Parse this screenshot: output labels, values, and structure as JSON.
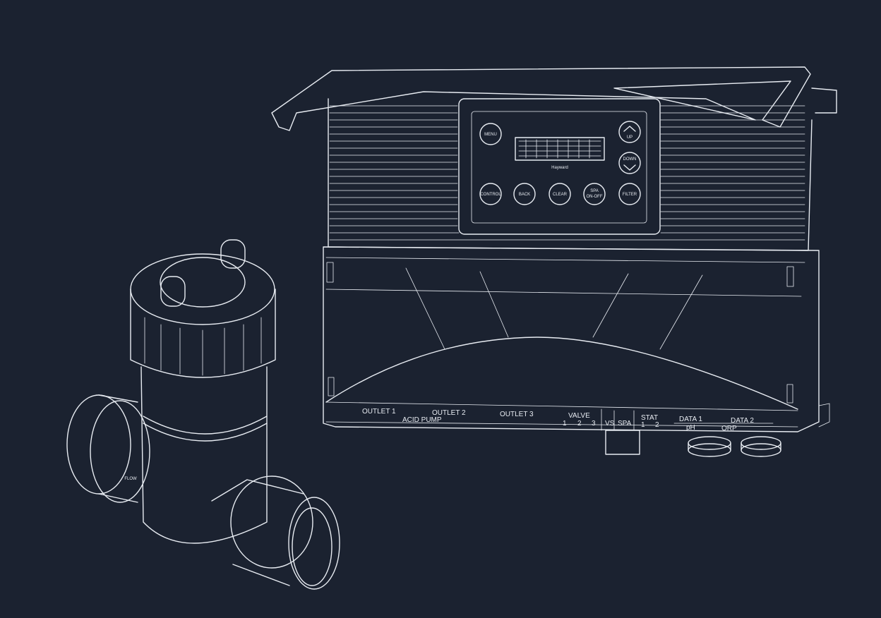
{
  "colors": {
    "background": "#1b2230",
    "line": "#e8ecf2"
  },
  "controller": {
    "brand": "Hayward",
    "keys": {
      "menu": "MENU",
      "up": "UP",
      "down": "DOWN",
      "control": "CONTROL",
      "back": "BACK",
      "clear": "CLEAR",
      "spa": "SPA",
      "onoff": "ON-OFF",
      "filter": "FILTER"
    },
    "ports": {
      "outlet1": "OUTLET 1",
      "outlet2": "OUTLET 2",
      "acid_pump": "ACID PUMP",
      "outlet3": "OUTLET 3",
      "valve": "VALVE",
      "valve_nums": [
        "1",
        "2",
        "3"
      ],
      "vs": "VS",
      "spa": "SPA",
      "stat": "STAT",
      "stat_nums": [
        "1",
        "2"
      ],
      "data1": "DATA 1",
      "data2": "DATA 2",
      "ph": "pH",
      "orp": "ORP"
    }
  },
  "cell": {
    "flow": "FLOW"
  }
}
